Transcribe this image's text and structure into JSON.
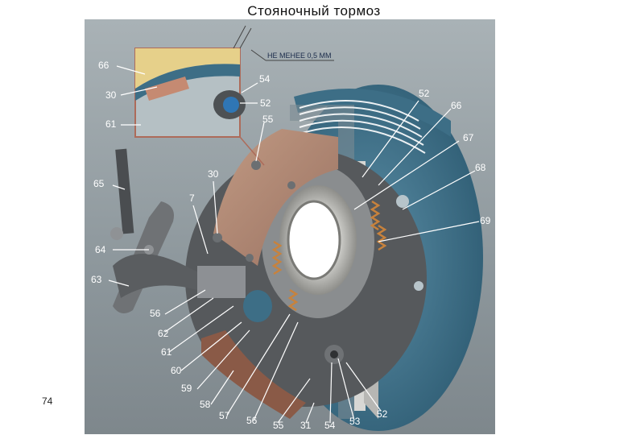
{
  "page": {
    "title": "Стояночный тормоз",
    "number": "74"
  },
  "inset": {
    "note": "НЕ МЕНЕЕ 0,5 ММ"
  },
  "callouts": [
    {
      "id": "66-inset",
      "text": "66"
    },
    {
      "id": "30-inset",
      "text": "30"
    },
    {
      "id": "61-inset",
      "text": "61"
    },
    {
      "id": "54-top",
      "text": "54"
    },
    {
      "id": "52-inset",
      "text": "52"
    },
    {
      "id": "55-top",
      "text": "55"
    },
    {
      "id": "52-top",
      "text": "52"
    },
    {
      "id": "66-right",
      "text": "66"
    },
    {
      "id": "67",
      "text": "67"
    },
    {
      "id": "68",
      "text": "68"
    },
    {
      "id": "69",
      "text": "69"
    },
    {
      "id": "65",
      "text": "65"
    },
    {
      "id": "30-mid",
      "text": "30"
    },
    {
      "id": "7",
      "text": "7"
    },
    {
      "id": "64",
      "text": "64"
    },
    {
      "id": "63",
      "text": "63"
    },
    {
      "id": "56-left",
      "text": "56"
    },
    {
      "id": "62",
      "text": "62"
    },
    {
      "id": "61-left",
      "text": "61"
    },
    {
      "id": "60",
      "text": "60"
    },
    {
      "id": "59",
      "text": "59"
    },
    {
      "id": "58",
      "text": "58"
    },
    {
      "id": "57",
      "text": "57"
    },
    {
      "id": "56-bottom",
      "text": "56"
    },
    {
      "id": "55-bottom",
      "text": "55"
    },
    {
      "id": "31",
      "text": "31"
    },
    {
      "id": "54-bottom",
      "text": "54"
    },
    {
      "id": "53",
      "text": "53"
    },
    {
      "id": "52-bottom",
      "text": "52"
    }
  ]
}
